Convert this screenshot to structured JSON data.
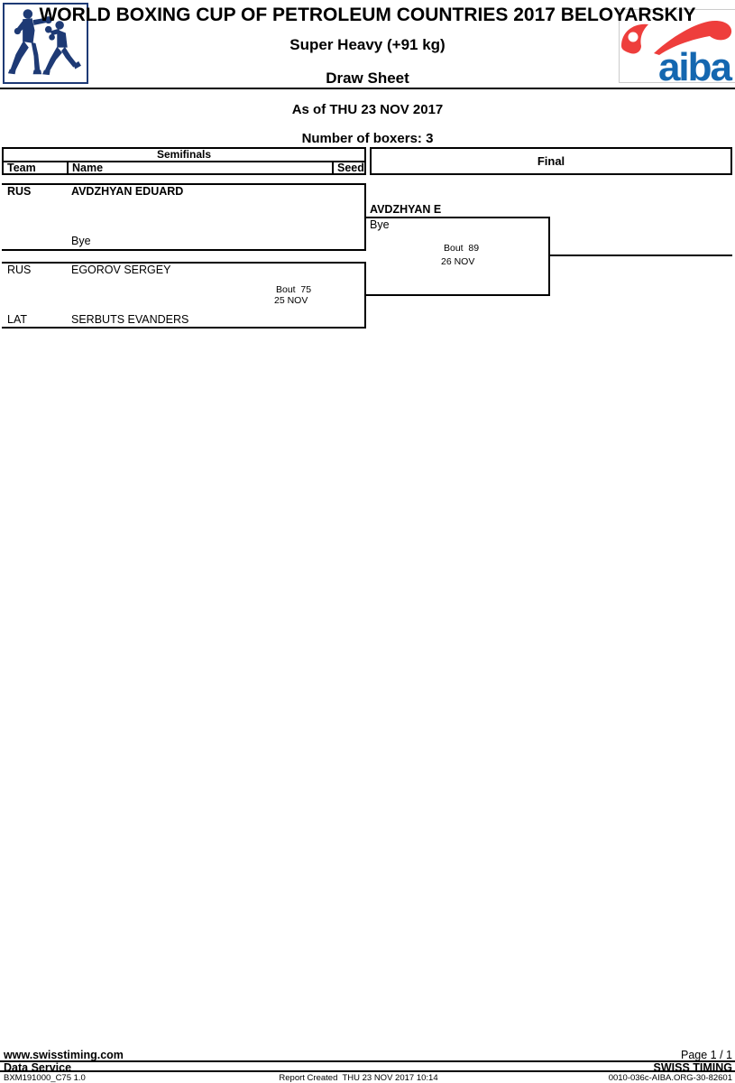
{
  "header": {
    "title": "WORLD BOXING CUP OF PETROLEUM COUNTRIES 2017 BELOYARSKIY",
    "weight_class": "Super Heavy (+91 kg)",
    "sheet_type": "Draw Sheet",
    "as_of": "As of THU 23 NOV 2017",
    "boxer_count": "Number of boxers: 3",
    "aiba_logo_text": "aiba"
  },
  "colors": {
    "pictogram_navy": "#1e3a75",
    "aiba_red": "#ee3e3c",
    "aiba_blue": "#1467b0"
  },
  "table": {
    "round1_header": "Semifinals",
    "round2_header": "Final",
    "columns": [
      "Team",
      "Name",
      "Seed"
    ]
  },
  "bracket": {
    "semifinal1": {
      "boxer1_team": "RUS",
      "boxer1_name": "AVDZHYAN EDUARD",
      "boxer2_name": "Bye"
    },
    "semifinal2": {
      "boxer1_team": "RUS",
      "boxer1_name": "EGOROV SERGEY",
      "boxer2_team": "LAT",
      "boxer2_name": "SERBUTS EVANDERS",
      "bout": "Bout  75",
      "date": "25 NOV"
    },
    "final": {
      "winner_sf1": "AVDZHYAN E",
      "winner_sf1_note": "Bye",
      "bout": "Bout  89",
      "date": "26 NOV"
    }
  },
  "footer": {
    "website": "www.swisstiming.com",
    "page": "Page 1 / 1",
    "service": "Data Service",
    "brand": "SWISS TIMING",
    "doc_code": "BXM191000_C75 1.0",
    "report_created": "Report Created  THU 23 NOV 2017 10:14",
    "doc_id": "0010-036c-AIBA.ORG-30-82601"
  }
}
